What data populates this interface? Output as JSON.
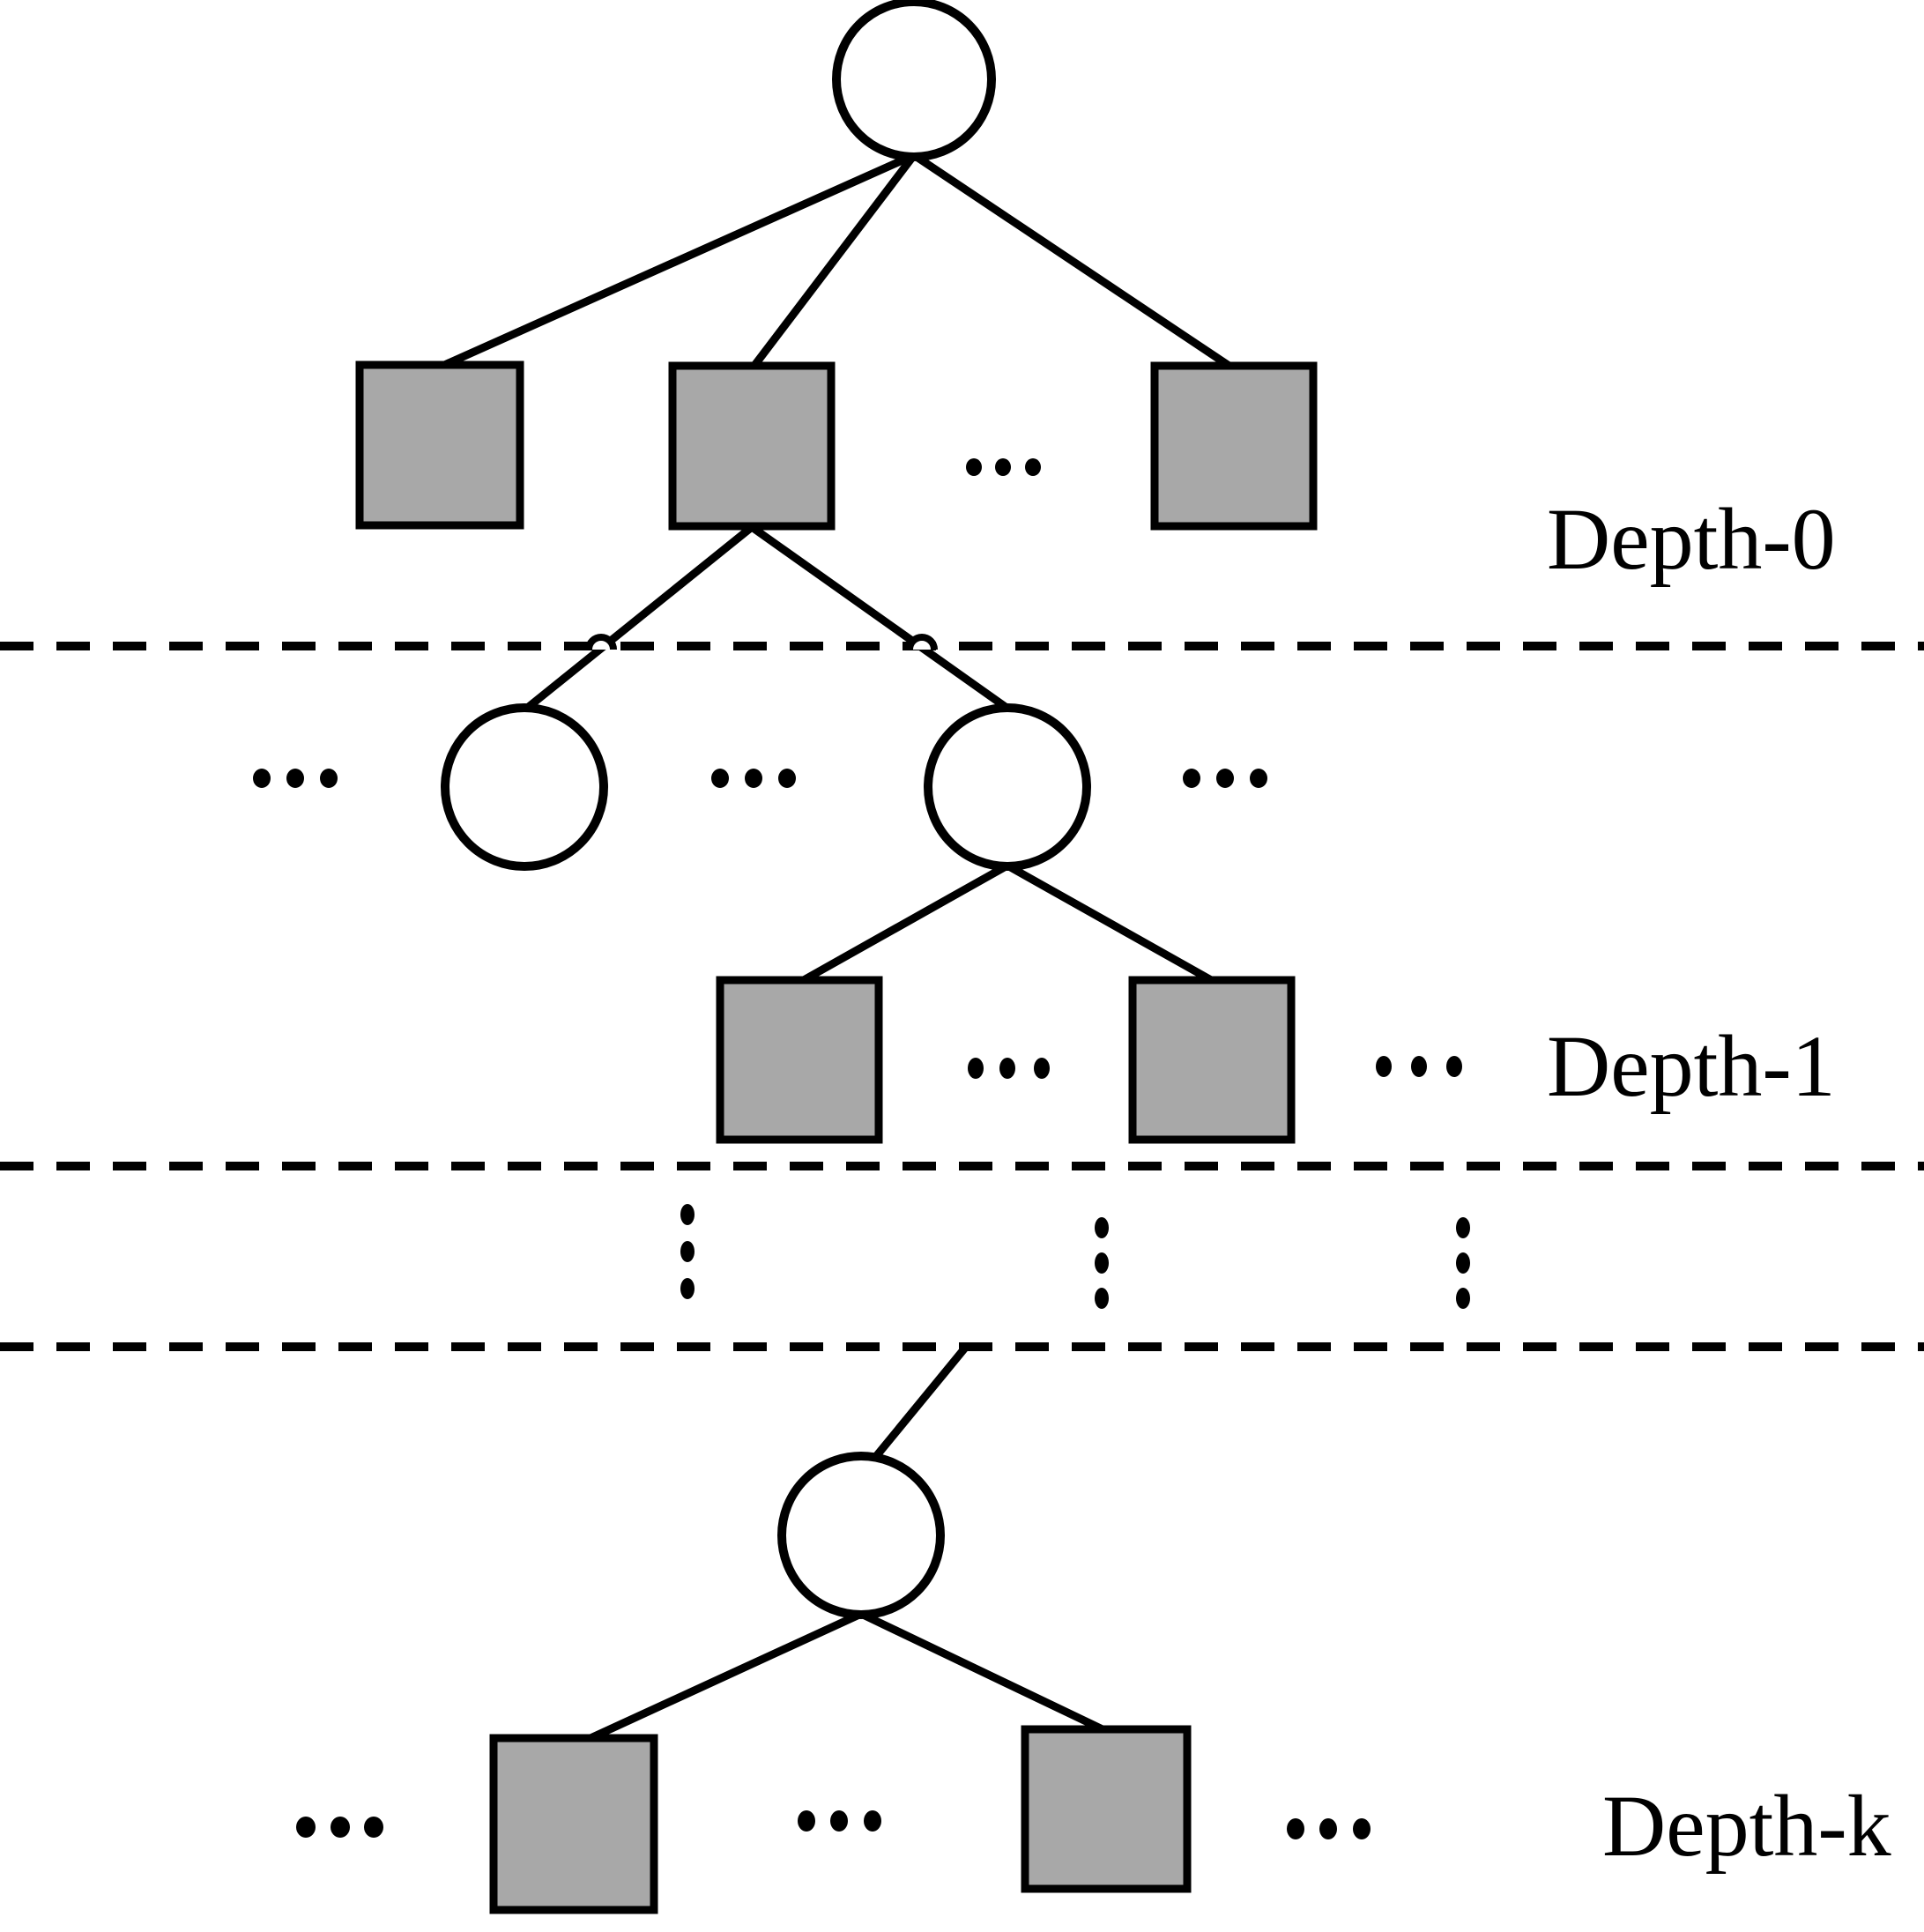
{
  "figure": {
    "colors": {
      "square_fill": "#a8a8a8",
      "circle_fill": "#ffffff",
      "line": "#000000",
      "background": "#ffffff"
    },
    "labels": {
      "depth_0": "Depth-0",
      "depth_1": "Depth-1",
      "depth_k": "Depth-k"
    },
    "ellipsis_text": "...",
    "structure": {
      "type": "tree-diagram",
      "levels": [
        {
          "label": "Depth-0",
          "nodes": [
            "root-circle",
            "gray-square",
            "gray-square",
            "horizontal-ellipsis",
            "gray-square"
          ]
        },
        {
          "label": "Depth-1",
          "nodes": [
            "horizontal-ellipsis",
            "white-circle",
            "horizontal-ellipsis",
            "white-circle",
            "horizontal-ellipsis",
            "gray-square",
            "horizontal-ellipsis",
            "gray-square",
            "horizontal-ellipsis"
          ]
        },
        {
          "label": "",
          "nodes": [
            "vertical-ellipsis",
            "vertical-ellipsis",
            "vertical-ellipsis"
          ]
        },
        {
          "label": "Depth-k",
          "nodes": [
            "horizontal-ellipsis",
            "white-circle",
            "horizontal-ellipsis",
            "gray-square",
            "horizontal-ellipsis",
            "gray-square",
            "horizontal-ellipsis"
          ]
        }
      ],
      "edges": [
        "root-circle -> depth0-square-1",
        "root-circle -> depth0-square-2",
        "root-circle -> depth0-square-3",
        "depth0-square-2 -> depth1-circle-1",
        "depth0-square-2 -> depth1-circle-2",
        "depth1-circle-2 -> depth1-square-1",
        "depth1-circle-2 -> depth1-square-2",
        "upper-levels -> depthk-circle",
        "depthk-circle -> depthk-square-1",
        "depthk-circle -> depthk-square-2"
      ],
      "separators": [
        "dashed-line-below-depth-0",
        "dashed-line-below-depth-1",
        "dashed-line-above-depth-k"
      ]
    }
  }
}
